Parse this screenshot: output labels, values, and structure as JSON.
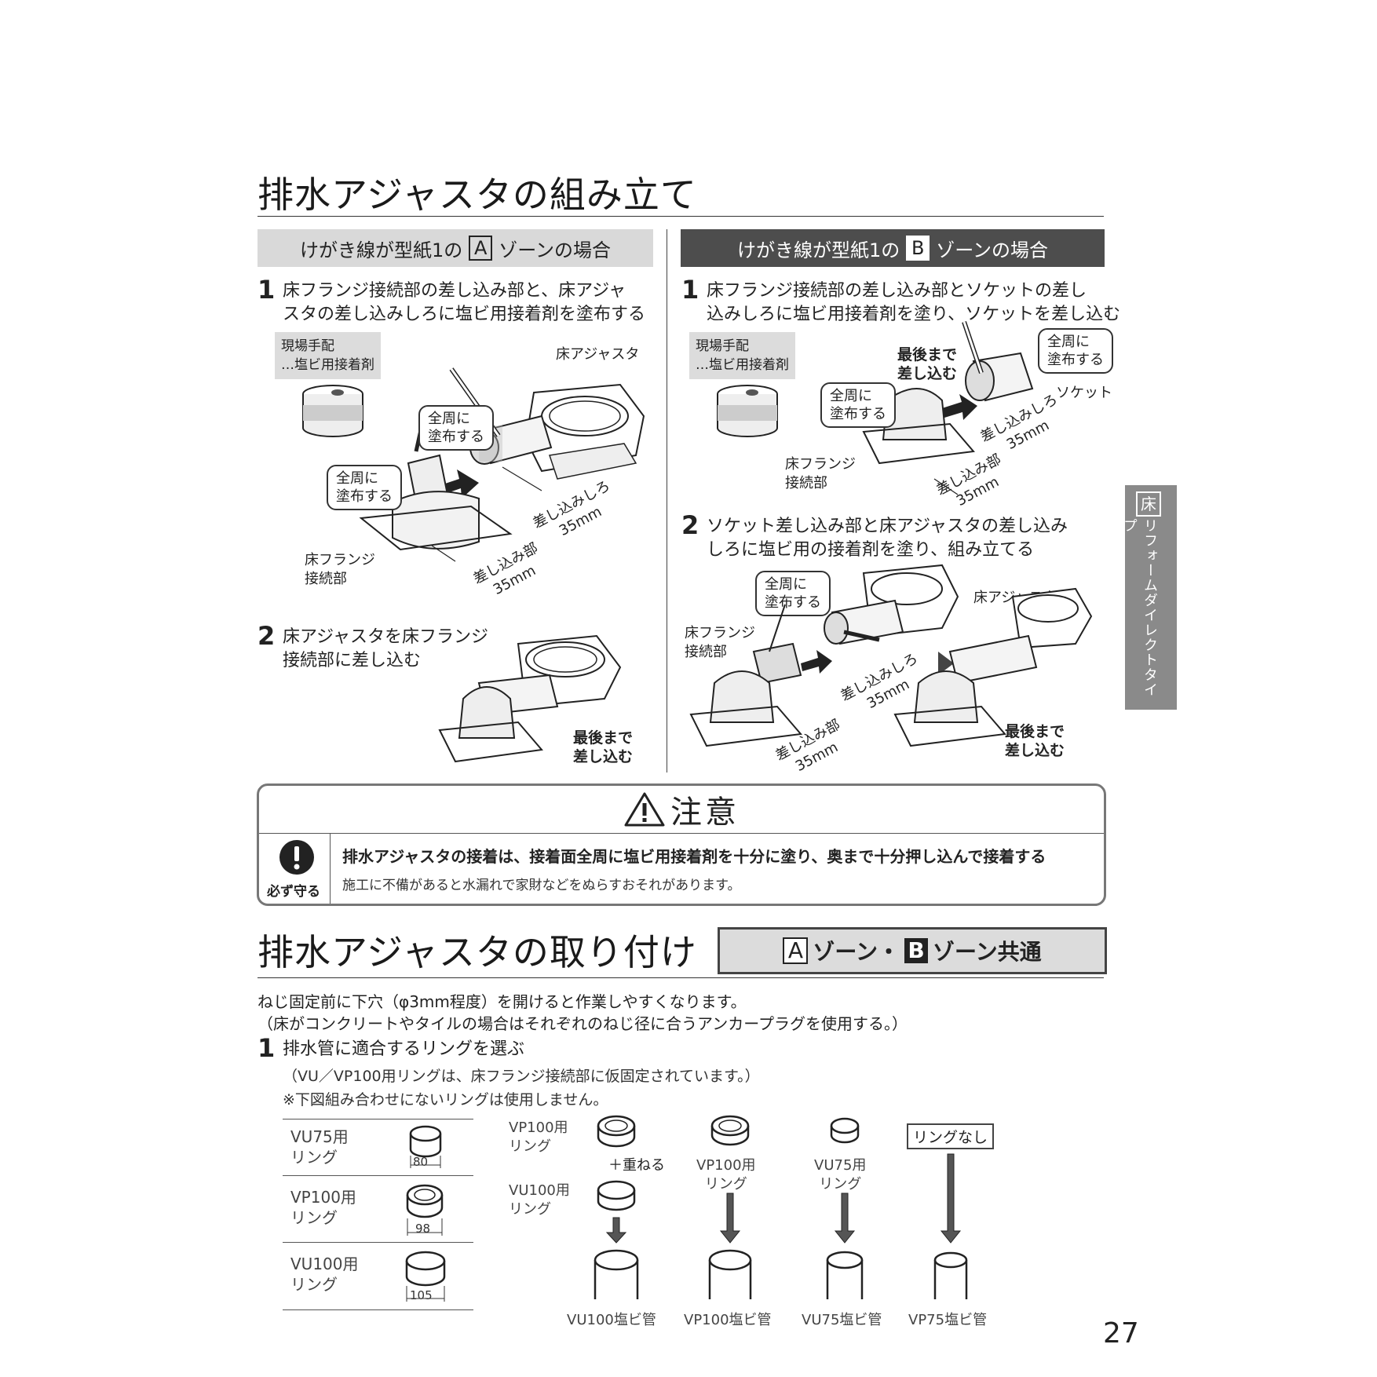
{
  "section1": {
    "title": "排水アジャスタの組み立て",
    "zoneA": {
      "header_pre": "けがき線が型紙1の",
      "letter": "A",
      "header_post": "ゾーンの場合",
      "step1": {
        "num": "1",
        "line1": "床フランジ接続部の差し込み部と、床アジャ",
        "line2": "スタの差し込みしろに塩ビ用接着剤を塗布する"
      },
      "supply": {
        "line1": "現場手配",
        "line2": "…塩ビ用接着剤"
      },
      "label_adjuster": "床アジャスタ",
      "callout1": {
        "line1": "全周に",
        "line2": "塗布する"
      },
      "callout2": {
        "line1": "全周に",
        "line2": "塗布する"
      },
      "label_flange": {
        "line1": "床フランジ",
        "line2": "接続部"
      },
      "dim1": {
        "line1": "差し込みしろ",
        "line2": "35mm"
      },
      "dim2": {
        "line1": "差し込み部",
        "line2": "35mm"
      },
      "step2": {
        "num": "2",
        "line1": "床アジャスタを床フランジ",
        "line2": "接続部に差し込む"
      },
      "push": {
        "line1": "最後まで",
        "line2": "差し込む"
      }
    },
    "zoneB": {
      "header_pre": "けがき線が型紙1の",
      "letter": "B",
      "header_post": "ゾーンの場合",
      "step1": {
        "num": "1",
        "line1": "床フランジ接続部の差し込み部とソケットの差し",
        "line2": "込みしろに塩ビ用接着剤を塗り、ソケットを差し込む"
      },
      "supply": {
        "line1": "現場手配",
        "line2": "…塩ビ用接着剤"
      },
      "push1": {
        "line1": "最後まで",
        "line2": "差し込む"
      },
      "callout1": {
        "line1": "全周に",
        "line2": "塗布する"
      },
      "callout2": {
        "line1": "全周に",
        "line2": "塗布する"
      },
      "label_socket": "ソケット",
      "label_flange": {
        "line1": "床フランジ",
        "line2": "接続部"
      },
      "dim1": {
        "line1": "差し込みしろ",
        "line2": "35mm"
      },
      "dim2": {
        "line1": "差し込み部",
        "line2": "35mm"
      },
      "step2": {
        "num": "2",
        "line1": "ソケット差し込み部と床アジャスタの差し込み",
        "line2": "しろに塩ビ用の接着剤を塗り、組み立てる"
      },
      "callout3": {
        "line1": "全周に",
        "line2": "塗布する"
      },
      "label_adjuster": "床アジャスタ",
      "label_flange2": {
        "line1": "床フランジ",
        "line2": "接続部"
      },
      "dim3": {
        "line1": "差し込みしろ",
        "line2": "35mm"
      },
      "dim4": {
        "line1": "差し込み部",
        "line2": "35mm"
      },
      "push2": {
        "line1": "最後まで",
        "line2": "差し込む"
      }
    }
  },
  "caution": {
    "title": "注意",
    "icon_label": "必ず守る",
    "main": "排水アジャスタの接着は、接着面全周に塩ビ用接着剤を十分に塗り、奥まで十分押し込んで接着する",
    "sub": "施工に不備があると水漏れで家財などをぬらすおそれがあります。"
  },
  "section2": {
    "title": "排水アジャスタの取り付け",
    "badge": {
      "letterA": "A",
      "textA": "ゾーン・",
      "letterB": "B",
      "textB": "ゾーン共通"
    },
    "intro1": "ねじ固定前に下穴（φ3mm程度）を開けると作業しやすくなります。",
    "intro2": "（床がコンクリートやタイルの場合はそれぞれのねじ径に合うアンカープラグを使用する。）",
    "step1": {
      "num": "1",
      "line1": "排水管に適合するリングを選ぶ"
    },
    "note1": "（VU／VP100用リングは、床フランジ接続部に仮固定されています。）",
    "note2": "※下図組み合わせにないリングは使用しません。",
    "rings": [
      {
        "name": "VU75用",
        "suffix": "リング",
        "size": "80"
      },
      {
        "name": "VP100用",
        "suffix": "リング",
        "size": "98"
      },
      {
        "name": "VU100用",
        "suffix": "リング",
        "size": "105"
      }
    ],
    "combo": {
      "vp100": {
        "line1": "VP100用",
        "line2": "リング"
      },
      "overlay": "＋重ねる",
      "vu100": {
        "line1": "VU100用",
        "line2": "リング"
      },
      "col2": {
        "line1": "VP100用",
        "line2": "リング"
      },
      "col3": {
        "line1": "VU75用",
        "line2": "リング"
      },
      "none": "リングなし",
      "pipes": [
        "VU100塩ビ管",
        "VP100塩ビ管",
        "VU75塩ビ管",
        "VP75塩ビ管"
      ]
    }
  },
  "sidetab": {
    "mark": "床",
    "text": "リフォームダイレクトタイプ"
  },
  "page_number": "27"
}
